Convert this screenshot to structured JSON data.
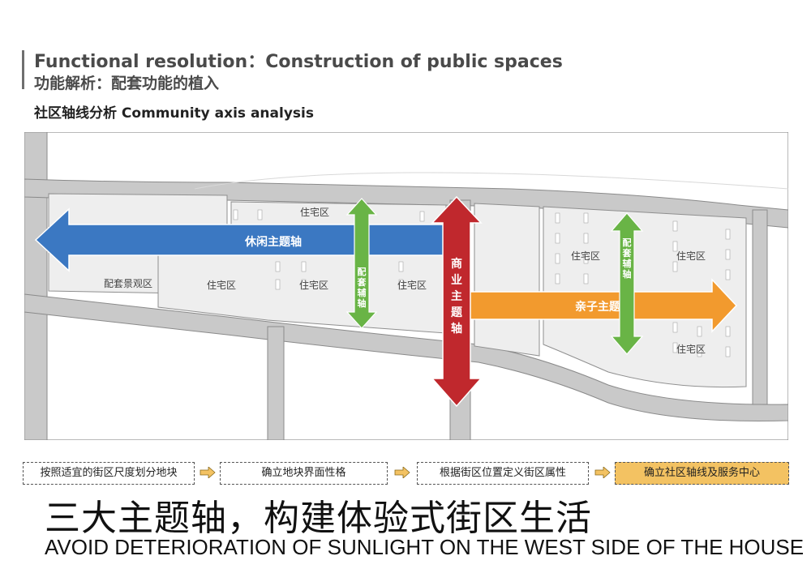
{
  "header": {
    "title_en": "Functional resolution：Construction of public spaces",
    "title_cn": "功能解析：配套功能的植入",
    "subtitle": "社区轴线分析 Community axis analysis"
  },
  "map": {
    "zones": {
      "landscape": "配套景观区",
      "residential": "住宅区"
    },
    "axes": {
      "leisure": "休闲主题轴",
      "commercial": [
        "商",
        "业",
        "主",
        "题",
        "轴"
      ],
      "family": "亲子主题轴",
      "support": [
        "配",
        "套",
        "辅",
        "轴"
      ]
    },
    "colors": {
      "leisure": "#3b78c2",
      "commercial": "#c0282d",
      "family": "#f29a2e",
      "support": "#69b446",
      "highlight": "#f3c262"
    }
  },
  "steps": [
    "按照适宜的街区尺度划分地块",
    "确立地块界面性格",
    "根据街区位置定义街区属性",
    "确立社区轴线及服务中心"
  ],
  "headline_cn": "三大主题轴，构建体验式街区生活",
  "headline_en": "AVOID DETERIORATION OF SUNLIGHT ON THE WEST SIDE OF THE HOUSE"
}
